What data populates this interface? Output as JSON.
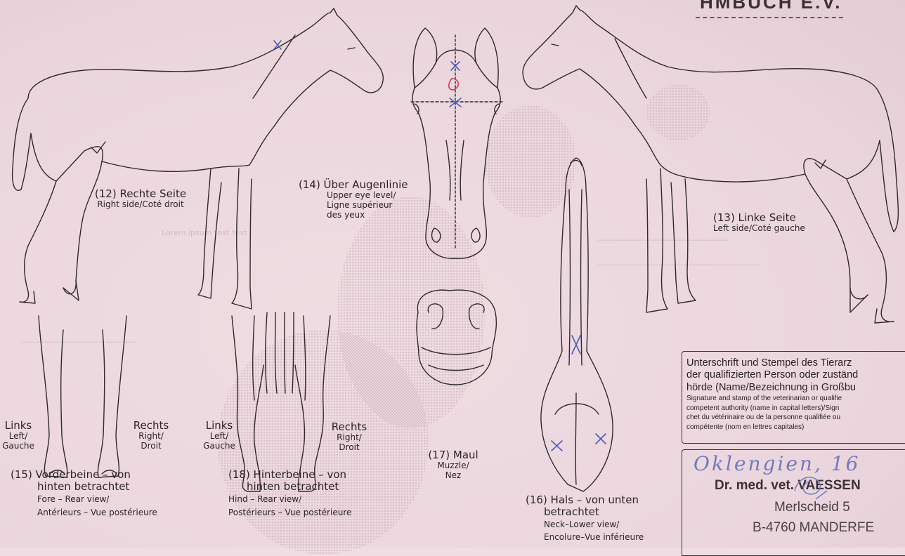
{
  "header": {
    "stamp_text": "HMBUCH E.V."
  },
  "labels": {
    "right_side": {
      "num_de": "(12) Rechte Seite",
      "en_fr": "Right side/Coté droit"
    },
    "left_side": {
      "num_de": "(13) Linke Seite",
      "en_fr": "Left side/Coté gauche"
    },
    "eye_level": {
      "num_de": "(14) Über Augenlinie",
      "en": "Upper eye level/",
      "fr1": "Ligne supérieur",
      "fr2": "des yeux"
    },
    "forelegs": {
      "num_de": "(15) Vorderbeine – von",
      "de2": "hinten betrachtet",
      "en": "Fore – Rear view/",
      "fr": "Antérieurs – Vue postérieure"
    },
    "neck": {
      "num_de": "(16) Hals – von unten",
      "de2": "betrachtet",
      "en": "Neck–Lower view/",
      "fr": "Encolure–Vue inférieure"
    },
    "muzzle": {
      "num_de": "(17) Maul",
      "en": "Muzzle/",
      "fr": "Nez"
    },
    "hindlegs": {
      "num_de": "(18) Hinterbeine – von",
      "de2": "hinten betrachtet",
      "en": "Hind – Rear view/",
      "fr": "Postérieurs – Vue postérieure"
    },
    "fore_left": {
      "de": "Links",
      "en": "Left/",
      "fr": "Gauche"
    },
    "fore_right": {
      "de": "Rechts",
      "en": "Right/",
      "fr": "Droit"
    },
    "hind_left": {
      "de": "Links",
      "en": "Left/",
      "fr": "Gauche"
    },
    "hind_right": {
      "de": "Rechts",
      "en": "Right/",
      "fr": "Droit"
    }
  },
  "signature_box": {
    "de_line1": "Unterschrift und Stempel des Tierarz",
    "de_line2": "der qualifizierten Person oder zuständ",
    "de_line3": "hörde (Name/Bezeichnung in Großbu",
    "small_line1": "Signature and stamp of the veterinarian or qualifie",
    "small_line2": "competent authority (name in capital letters)/Sign",
    "small_line3": "chet du vétérinaire ou de la personne qualifiée ou",
    "small_line4": "compétente (nom en lettres capitales)"
  },
  "stamp": {
    "handwritten": "Oklengien, 16",
    "vet_name": "Dr. med. vet. VAESSEN",
    "address1": "Merlscheid 5",
    "address2": "B-4760 MANDERFE"
  },
  "colors": {
    "paper": "#f0dde3",
    "ink": "#2a2326",
    "blue_mark": "#4a5ab8",
    "red_mark": "#d23a5a"
  }
}
